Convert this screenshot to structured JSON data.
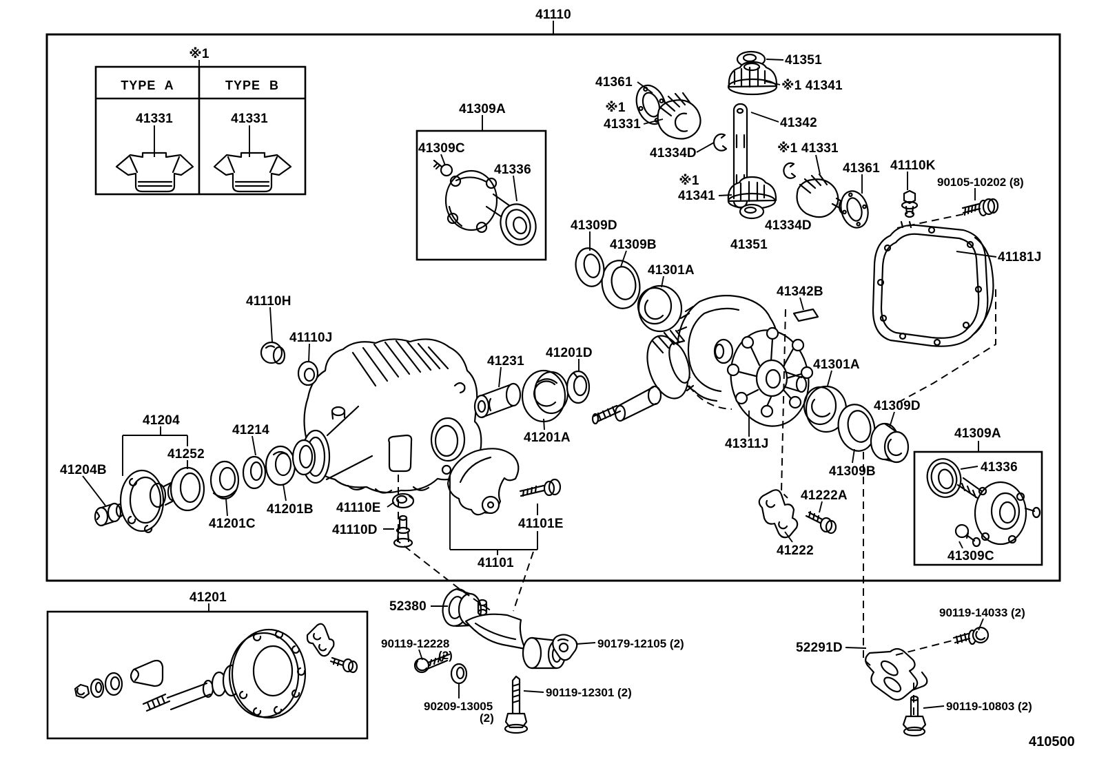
{
  "figure": {
    "code": "410500",
    "main_assembly_label": "41110",
    "reference_mark": "※1"
  },
  "labels": {
    "t41110": "41110",
    "note1_typebox": "※1",
    "typeA": "TYPE A",
    "typeB": "TYPE B",
    "p41331a": "41331",
    "p41331b": "41331",
    "box41309a_top": "41309A",
    "p41309c_top": "41309C",
    "p41336_top": "41336",
    "p41361_1": "41361",
    "p41351_1": "41351",
    "p41341_1": "※1 41341",
    "note1_a": "※1",
    "p41331_1": "41331",
    "p41342": "41342",
    "p41334d_1": "41334D",
    "p41331_2": "※1 41331",
    "note1_b": "※1",
    "p41341_2": "41341",
    "p41361_2": "41361",
    "p41110k": "41110K",
    "p90105": "90105-10202 (8)",
    "p41334d_2": "41334D",
    "p41351_2": "41351",
    "p41181j": "41181J",
    "p41309d_1": "41309D",
    "p41309b_1": "41309B",
    "p41301a_1": "41301A",
    "p41342b": "41342B",
    "p41110h": "41110H",
    "p41110j": "41110J",
    "p41231": "41231",
    "p41201d": "41201D",
    "p41201a": "41201A",
    "p41204": "41204",
    "p41214": "41214",
    "p41252": "41252",
    "p41204b": "41204B",
    "p41201c": "41201C",
    "p41201b": "41201B",
    "p41110e": "41110E",
    "p41110d": "41110D",
    "p41101e": "41101E",
    "p41101": "41101",
    "p41311j": "41311J",
    "p41301a_2": "41301A",
    "p41309d_2": "41309D",
    "p41309b_2": "41309B",
    "p41222a": "41222A",
    "p41222": "41222",
    "box41309a_br": "41309A",
    "p41336_br": "41336",
    "p41309c_br": "41309C",
    "box41201": "41201",
    "p52380": "52380",
    "p90119_12228": "90119-12228",
    "q12228": "(2)",
    "p90179": "90179-12105 (2)",
    "p90119_12301": "90119-12301 (2)",
    "p90209": "90209-13005",
    "q90209": "(2)",
    "p52291d": "52291D",
    "p90119_14033": "90119-14033 (2)",
    "p90119_10803": "90119-10803 (2)",
    "code410500": "410500"
  }
}
